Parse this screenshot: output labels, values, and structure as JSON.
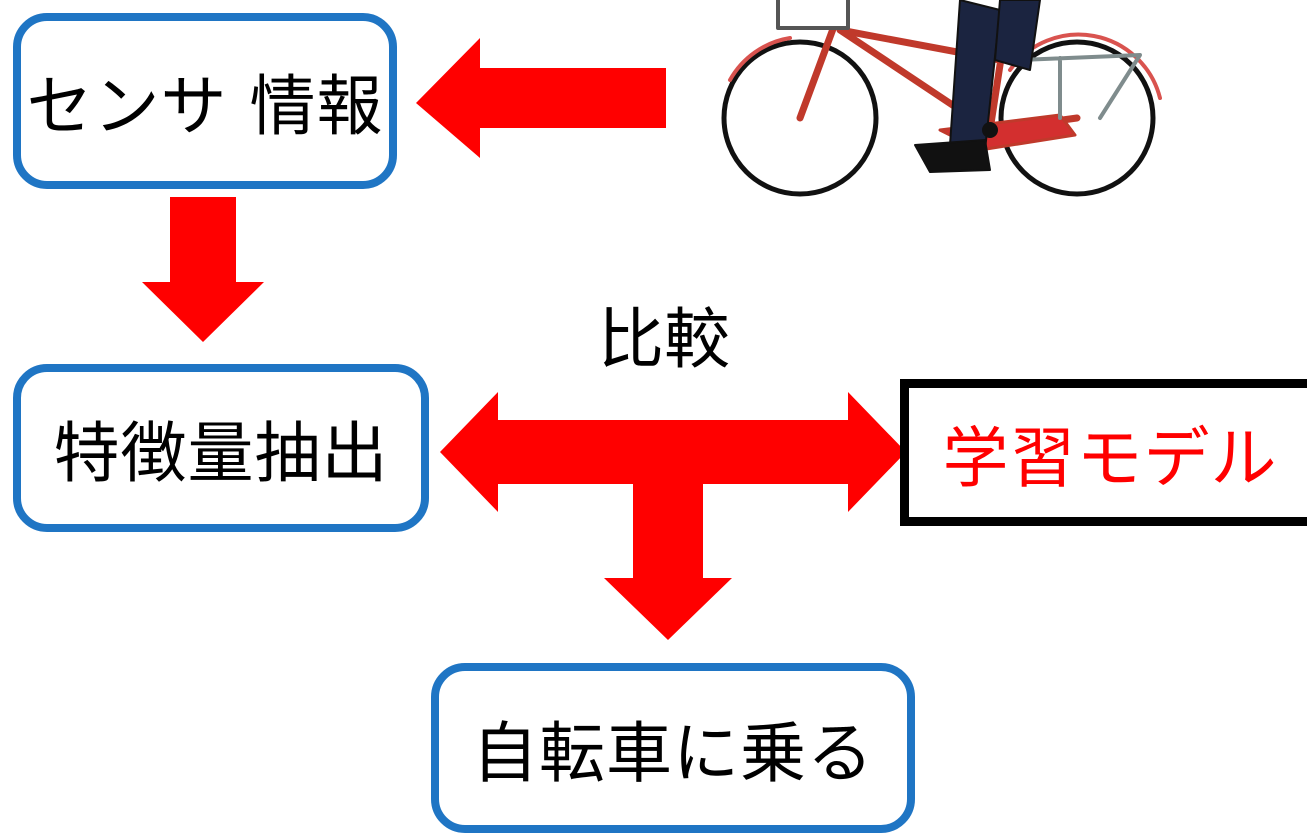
{
  "nodes": {
    "sensor": {
      "label": "センサ 情報",
      "color": "#000000",
      "border": "#1f75c4"
    },
    "feature": {
      "label": "特徴量抽出",
      "color": "#000000",
      "border": "#1f75c4"
    },
    "model": {
      "label": "学習モデル",
      "color": "#ff0000",
      "border": "#000000"
    },
    "ride": {
      "label": "自転車に乗る",
      "color": "#000000",
      "border": "#1f75c4"
    }
  },
  "labels": {
    "compare": "比較"
  },
  "colors": {
    "arrow": "#ff0000",
    "box_border": "#1f75c4",
    "model_border": "#000000"
  },
  "illustration": {
    "icon": "bicycle-rider-icon"
  }
}
